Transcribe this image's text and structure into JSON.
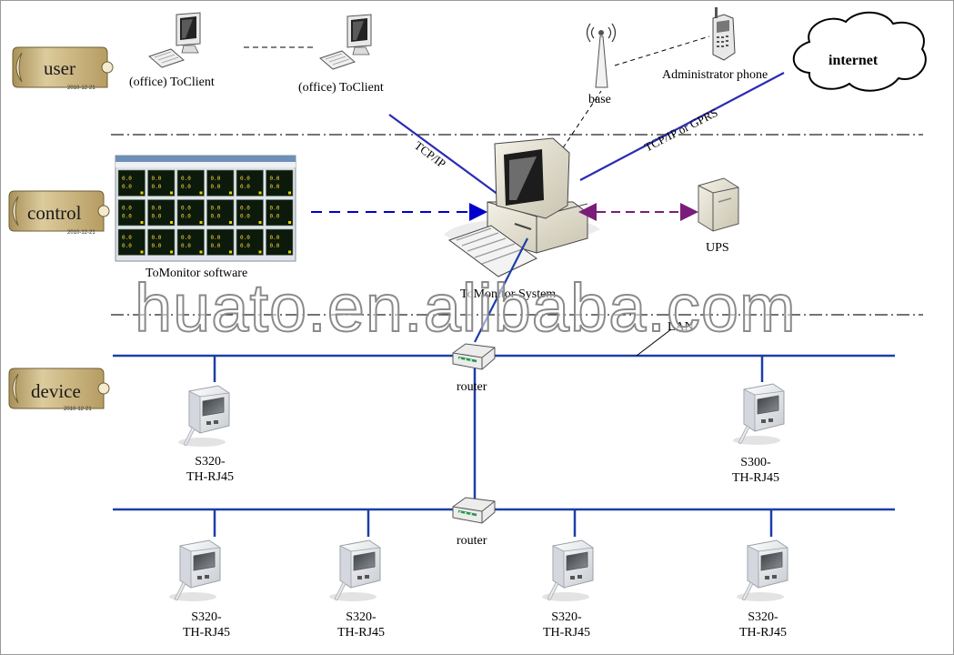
{
  "layers": {
    "user": {
      "label": "user",
      "date": "2010-12-21"
    },
    "control": {
      "label": "control",
      "date": "2010-12-21"
    },
    "device": {
      "label": "device",
      "date": "2010-12-21"
    }
  },
  "clients": [
    "(office) ToClient",
    "(office) ToClient"
  ],
  "base_label": "base",
  "admin_phone_label": "Administrator phone",
  "internet_label": "internet",
  "link_tcpip": "TCP/IP",
  "link_tcpip_gprs": "TCP/IP or GPRS",
  "software_label": "ToMonitor software",
  "system_label": "ToMonitor System",
  "ups_label": "UPS",
  "lan_label": "LAN",
  "routers": [
    "router",
    "router"
  ],
  "devices": [
    {
      "line1": "S320-",
      "line2": "TH-RJ45"
    },
    {
      "line1": "S300-",
      "line2": "TH-RJ45"
    },
    {
      "line1": "S320-",
      "line2": "TH-RJ45"
    },
    {
      "line1": "S320-",
      "line2": "TH-RJ45"
    },
    {
      "line1": "S320-",
      "line2": "TH-RJ45"
    },
    {
      "line1": "S320-",
      "line2": "TH-RJ45"
    }
  ],
  "software_readings": [
    "0.0",
    "0.0"
  ],
  "watermark": "huato.en.alibaba.com",
  "colors": {
    "link_blue": "#0000cc",
    "network_line": "#1b3fa8",
    "ups_arrow": "#7a1d7a",
    "tag_fill": "#c8b37e",
    "tag_outline": "#7a6a40"
  }
}
